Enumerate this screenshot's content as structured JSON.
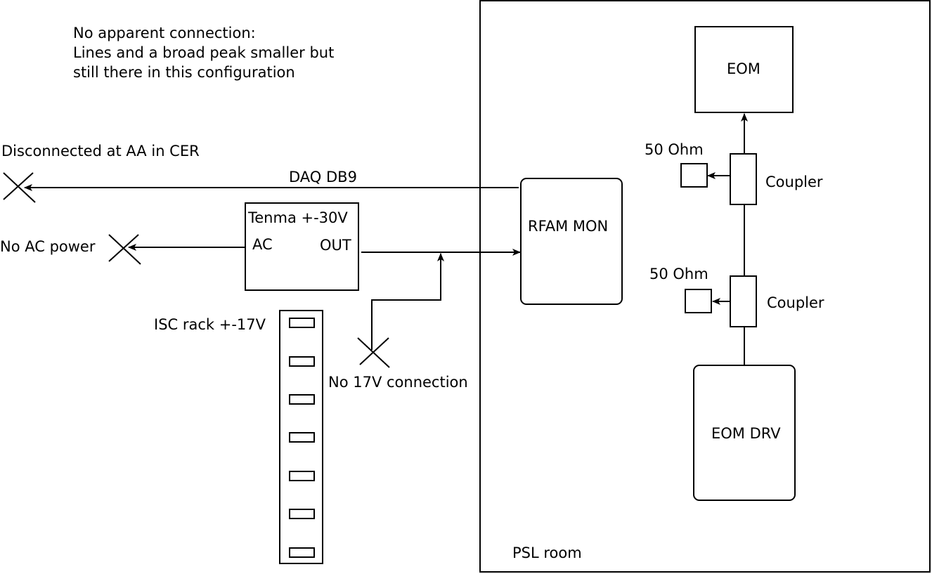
{
  "note": {
    "line1": "No apparent connection:",
    "line2": "Lines and a broad peak smaller but",
    "line3": "still there in this configuration"
  },
  "labels": {
    "disconnected_aa": "Disconnected at AA in CER",
    "daq_db9": "DAQ DB9",
    "no_ac_power": "No AC power",
    "isc_rack": "ISC rack +-17V",
    "no_17v": "No 17V connection",
    "psl_room": "PSL room",
    "ohm_top": "50 Ohm",
    "ohm_bottom": "50 Ohm",
    "coupler_top": "Coupler",
    "coupler_bottom": "Coupler"
  },
  "boxes": {
    "tenma_title": "Tenma +-30V",
    "tenma_ac": "AC",
    "tenma_out": "OUT",
    "rfam_mon": "RFAM MON",
    "eom": "EOM",
    "eom_drv": "EOM DRV"
  }
}
